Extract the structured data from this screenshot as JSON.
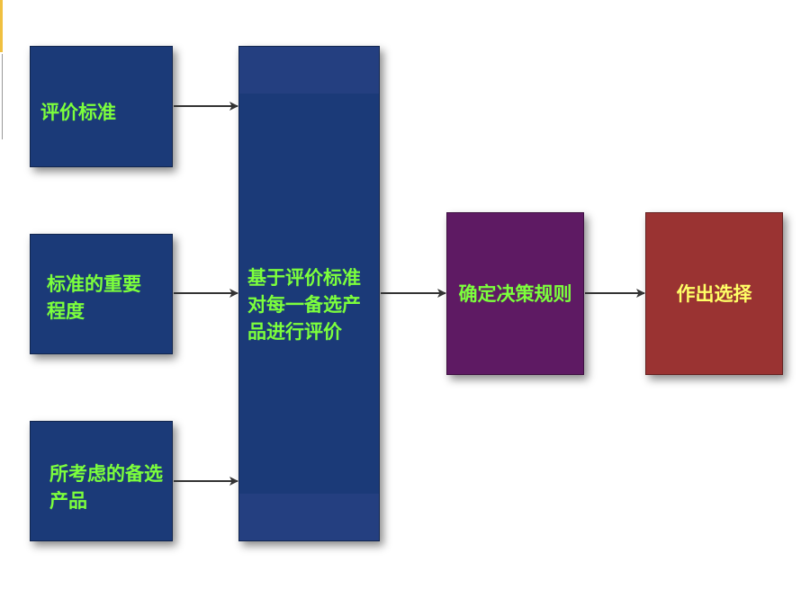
{
  "diagram": {
    "nodes": {
      "criteria": "评价标准",
      "importance": "标准的重要程度",
      "alternatives": "所考虑的备选产品",
      "evaluate": "基于评价标准对每一备选产品进行评价",
      "decision_rule": "确定决策规则",
      "choose": "作出选择"
    },
    "colors": {
      "navy": "#1b3a78",
      "purple": "#5e1a63",
      "red": "#9a3332",
      "green_text": "#7cff3c",
      "yellow_text": "#ffff66",
      "arrow": "#333333"
    }
  }
}
